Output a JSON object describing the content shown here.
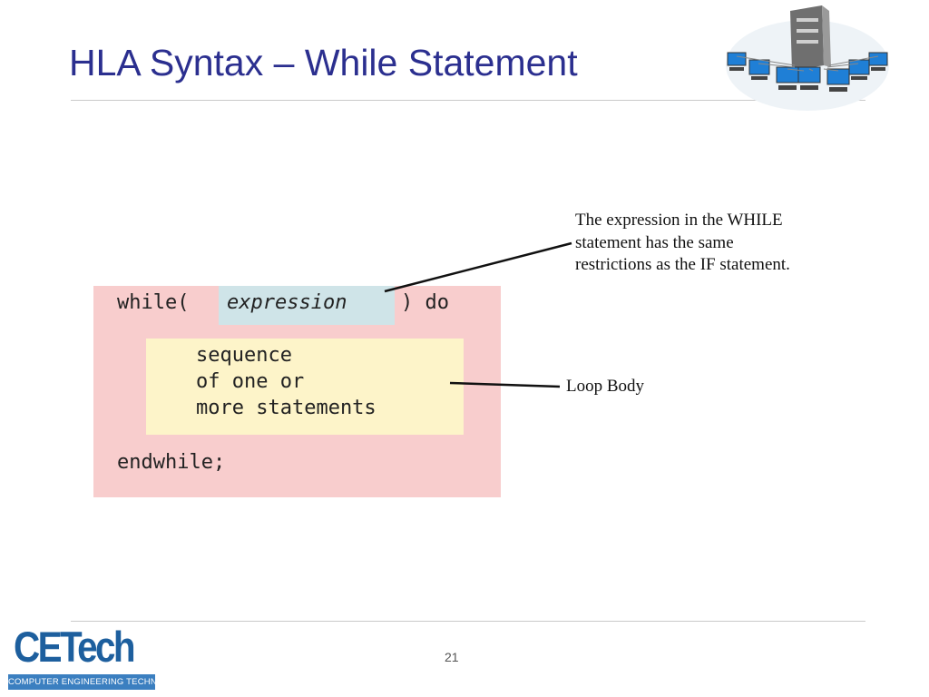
{
  "slide": {
    "title": "HLA Syntax – While Statement",
    "page_number": "21"
  },
  "code": {
    "line1_prefix": "while(",
    "expression": "expression",
    "line1_suffix": ") do",
    "body_line1": "sequence",
    "body_line2": "of one or",
    "body_line3": "more statements",
    "end_line": "endwhile;"
  },
  "annotations": {
    "expression_note_line1": "The expression in the WHILE",
    "expression_note_line2": "statement has the same",
    "expression_note_line3": "restrictions as the IF statement.",
    "loop_body_note": "Loop Body"
  },
  "logo": {
    "wordmark": "CETech",
    "tagline": "COMPUTER ENGINEERING TECHNOLOGY"
  },
  "colors": {
    "title": "#2b2f8f",
    "outer_box": "#f8cdcd",
    "expression_box": "#cfe4e8",
    "body_box": "#fdf4c9",
    "logo_blue": "#1d5f9e"
  },
  "icons": {
    "header_graphic": "computer-network-icon"
  }
}
